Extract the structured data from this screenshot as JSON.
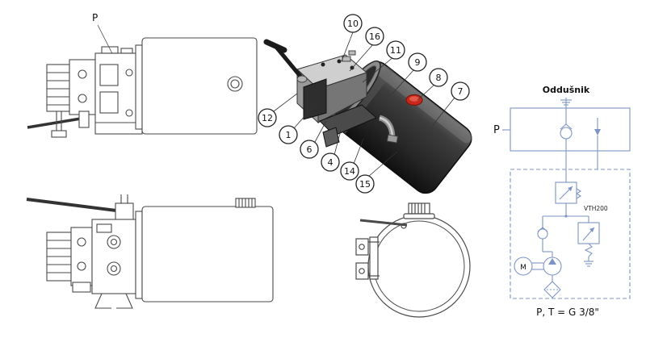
{
  "diagram": {
    "view_label_p": "P",
    "callouts": [
      {
        "label": "10"
      },
      {
        "label": "16"
      },
      {
        "label": "11"
      },
      {
        "label": "9"
      },
      {
        "label": "8"
      },
      {
        "label": "7"
      },
      {
        "label": "12"
      },
      {
        "label": "1"
      },
      {
        "label": "6"
      },
      {
        "label": "4"
      },
      {
        "label": "14"
      },
      {
        "label": "15"
      }
    ]
  },
  "schematic": {
    "vent_label": "Oddušnik",
    "port_label": "P",
    "valve_label": "VTH200",
    "motor_label": "M",
    "thread_note": "P, T = G 3/8\""
  },
  "colors": {
    "drawing_line": "#4a4a4a",
    "schematic_line": "#7e95c4",
    "tank_dark": "#2f2f2f",
    "cap_red": "#c8281c"
  }
}
